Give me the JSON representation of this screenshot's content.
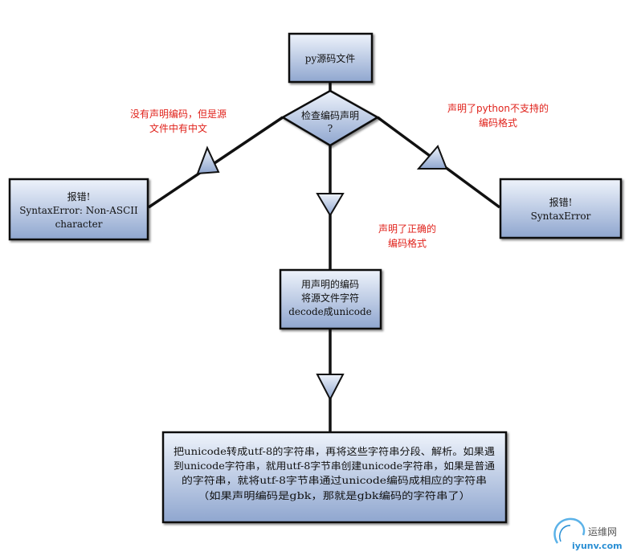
{
  "diagram": {
    "nodes": {
      "source_file": {
        "lines": [
          "py源码文件"
        ]
      },
      "check_decl": {
        "lines": [
          "检查编码声明",
          "?"
        ]
      },
      "error_non_ascii": {
        "lines": [
          "报错!",
          "SyntaxError: Non-ASCII",
          "character"
        ]
      },
      "error_syntax": {
        "lines": [
          "报错!",
          "SyntaxError"
        ]
      },
      "decode": {
        "lines": [
          "用声明的编码",
          "将源文件字符",
          "decode成unicode"
        ]
      },
      "convert": {
        "lines": [
          "把unicode转成utf-8的字符串，再将这些字符串分段、解析。如果遇",
          "到unicode字符串，就用utf-8字节串创建unicode字符串，如果是普通",
          "的字符串，就将utf-8字节串通过unicode编码成相应的字符串",
          "（如果声明编码是gbk，那就是gbk编码的字符串了）"
        ]
      }
    },
    "edge_labels": {
      "no_decl": [
        "没有声明编码，但是源",
        "文件中有中文"
      ],
      "unsupported": [
        "声明了python不支持的",
        "编码格式"
      ],
      "correct": [
        "声明了正确的",
        "编码格式"
      ]
    },
    "colors": {
      "box_top": "#eef3fb",
      "box_bottom": "#8fa6cf",
      "border": "#111111",
      "annotation": "#e0221b"
    }
  },
  "watermark": {
    "cn": "运维网",
    "en": "iyunv.com"
  }
}
